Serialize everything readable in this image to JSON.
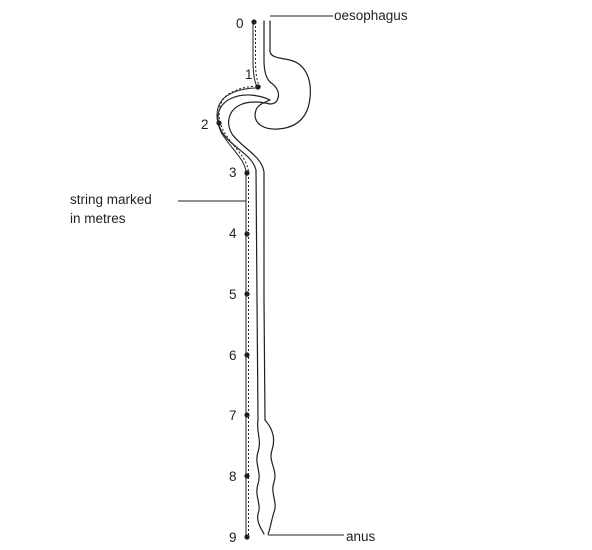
{
  "labels": {
    "oesophagus": "oesophagus",
    "string_line1": "string marked",
    "string_line2": "in metres",
    "anus": "anus"
  },
  "markers": [
    "0",
    "1",
    "2",
    "3",
    "4",
    "5",
    "6",
    "7",
    "8",
    "9"
  ]
}
